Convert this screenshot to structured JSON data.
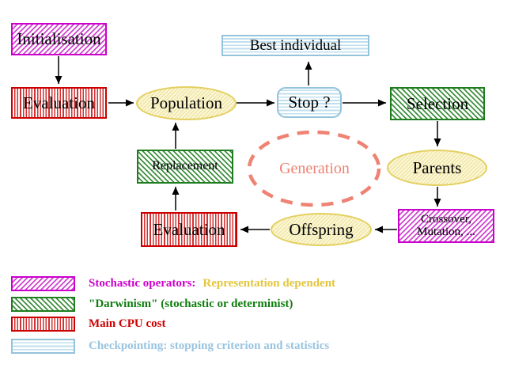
{
  "nodes": {
    "initialisation": {
      "label": "Initialisation",
      "style": "stochastic-magenta-hatch"
    },
    "evaluation_top": {
      "label": "Evaluation",
      "style": "cpu-red-stripes"
    },
    "population": {
      "label": "Population",
      "style": "data-yellow-hatch"
    },
    "best_individual": {
      "label": "Best individual",
      "style": "checkpoint-cyan-stripes"
    },
    "stop": {
      "label": "Stop ?",
      "style": "checkpoint-cyan-stripes"
    },
    "selection": {
      "label": "Selection",
      "style": "darwinism-green-hatch"
    },
    "replacement": {
      "label": "Replacement",
      "style": "darwinism-green-hatch"
    },
    "generation": {
      "label": "Generation",
      "style": "dashed-salmon-ellipse"
    },
    "parents": {
      "label": "Parents",
      "style": "data-yellow-hatch"
    },
    "evaluation_bottom": {
      "label": "Evaluation",
      "style": "cpu-red-stripes"
    },
    "offspring": {
      "label": "Offspring",
      "style": "data-yellow-hatch"
    },
    "crossover": {
      "line1": "Crossover,",
      "line2": "Mutation, ...",
      "style": "stochastic-magenta-hatch"
    }
  },
  "edges": [
    {
      "from": "initialisation",
      "to": "evaluation_top"
    },
    {
      "from": "evaluation_top",
      "to": "population"
    },
    {
      "from": "population",
      "to": "stop"
    },
    {
      "from": "stop",
      "to": "best_individual"
    },
    {
      "from": "stop",
      "to": "selection"
    },
    {
      "from": "selection",
      "to": "parents"
    },
    {
      "from": "parents",
      "to": "crossover"
    },
    {
      "from": "crossover",
      "to": "offspring"
    },
    {
      "from": "offspring",
      "to": "evaluation_bottom"
    },
    {
      "from": "evaluation_bottom",
      "to": "replacement"
    },
    {
      "from": "replacement",
      "to": "population"
    }
  ],
  "legend": {
    "items": [
      {
        "swatch": "stochastic-magenta-hatch",
        "label": "Stochastic operators:",
        "label2": "Representation dependent"
      },
      {
        "swatch": "darwinism-green-hatch",
        "label": "\"Darwinism\" (stochastic or determinist)"
      },
      {
        "swatch": "cpu-red-stripes",
        "label": "Main CPU cost"
      },
      {
        "swatch": "checkpoint-cyan-stripes",
        "label": "Checkpointing: stopping criterion and statistics"
      }
    ]
  },
  "colors": {
    "stochastic_magenta": "#cc00cc",
    "darwinism_green": "#1e7d1e",
    "cpu_red": "#cc0000",
    "checkpoint_cyan_border": "#94c3dc",
    "checkpoint_cyan_text": "#99c4e0",
    "data_yellow_border": "#e3cf5e",
    "legend_yellow_text": "#e3c63c",
    "generation_salmon": "#ee8373",
    "node_text": "#000000",
    "background": "#ffffff"
  }
}
